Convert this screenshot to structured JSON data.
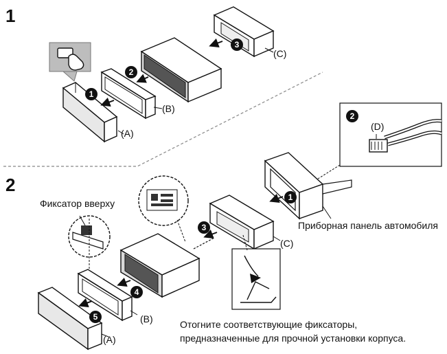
{
  "steps": [
    {
      "number": "1"
    },
    {
      "number": "2"
    }
  ],
  "badges": [
    "1",
    "2",
    "3",
    "4",
    "5"
  ],
  "parts": {
    "a": "(A)",
    "b": "(B)",
    "c": "(C)",
    "d": "(D)"
  },
  "labels": {
    "latch_up": "Фиксатор вверху",
    "dashboard": "Приборная панель автомобиля",
    "note_line1": "Отогните соответствующие фиксаторы,",
    "note_line2": "предназначенные для прочной установки корпуса."
  },
  "colors": {
    "ink": "#111111",
    "panel_fill": "#d9d9d9",
    "gray_button": "#bdbdbd"
  }
}
